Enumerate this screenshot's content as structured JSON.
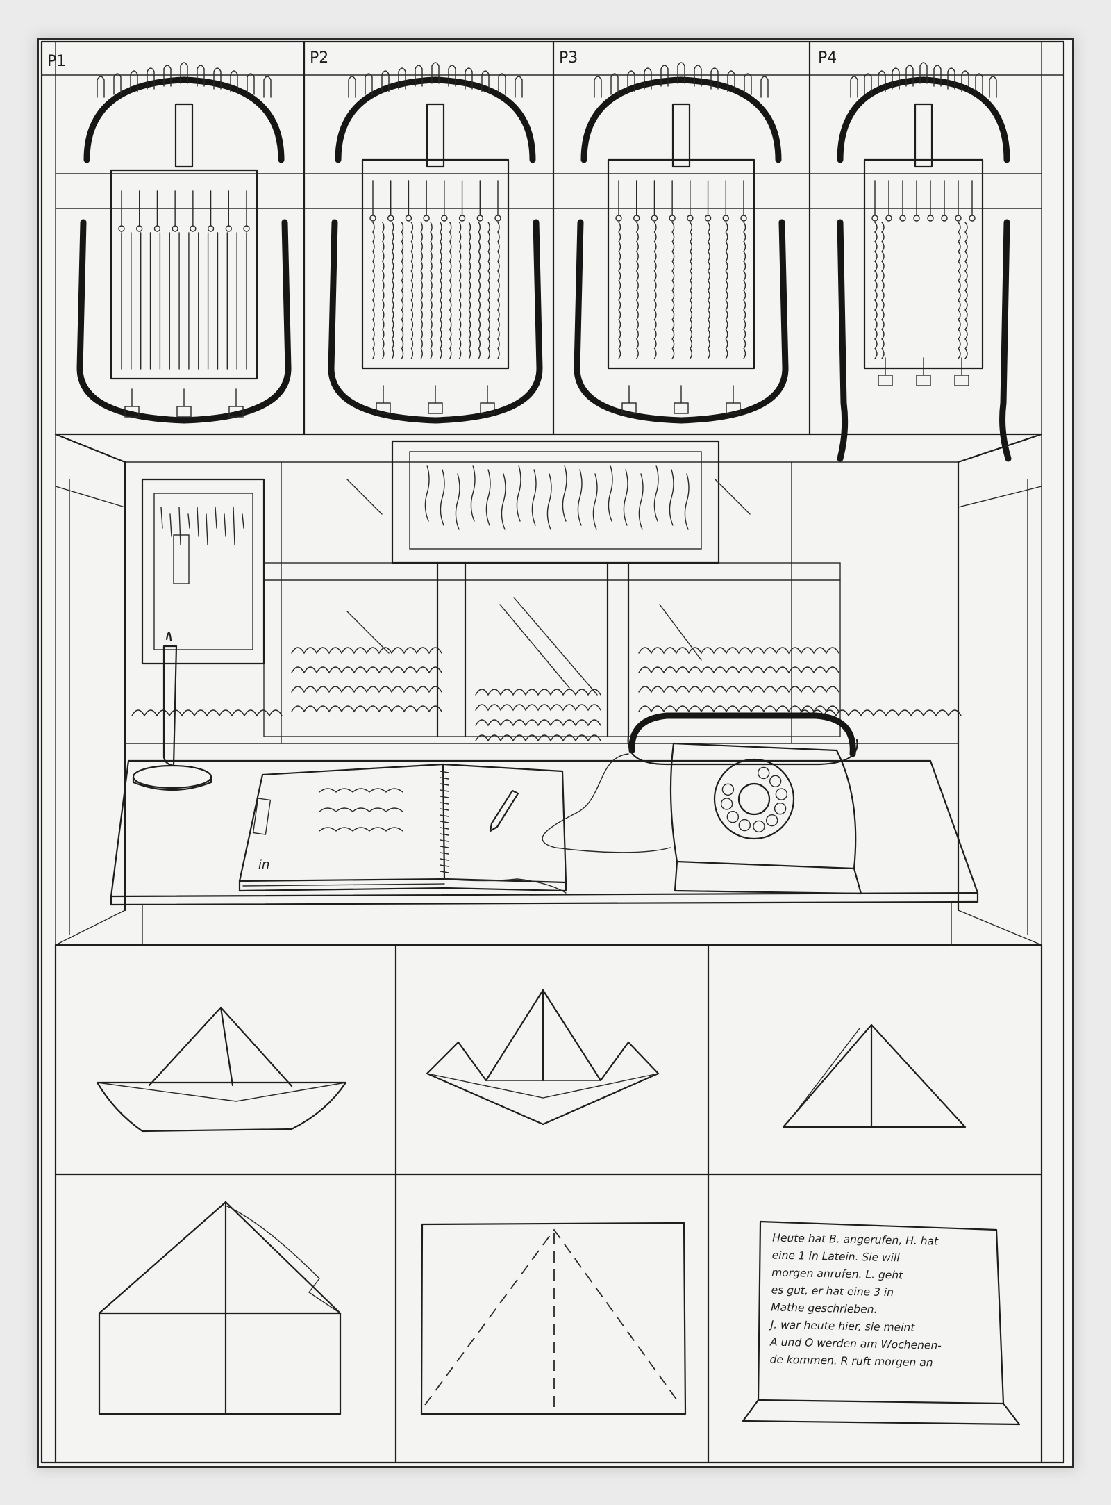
{
  "panel_labels": [
    "P1",
    "P2",
    "P3",
    "P4"
  ],
  "note_lines": [
    "Heute hat B. angerufen, H. hat",
    "eine 1 in Latein. Sie will",
    "morgen anrufen. L. geht",
    "es gut, er hat eine 3 in",
    "Mathe geschrieben.",
    "J. war heute hier, sie meint",
    "A und O werden am Wochenen-",
    "de kommen. R ruft morgen an"
  ],
  "notebook_words": [
    "in"
  ],
  "colors": {
    "ink": "#1e1e1e",
    "paper": "#f4f4f2",
    "margin": "#ebebeb"
  }
}
